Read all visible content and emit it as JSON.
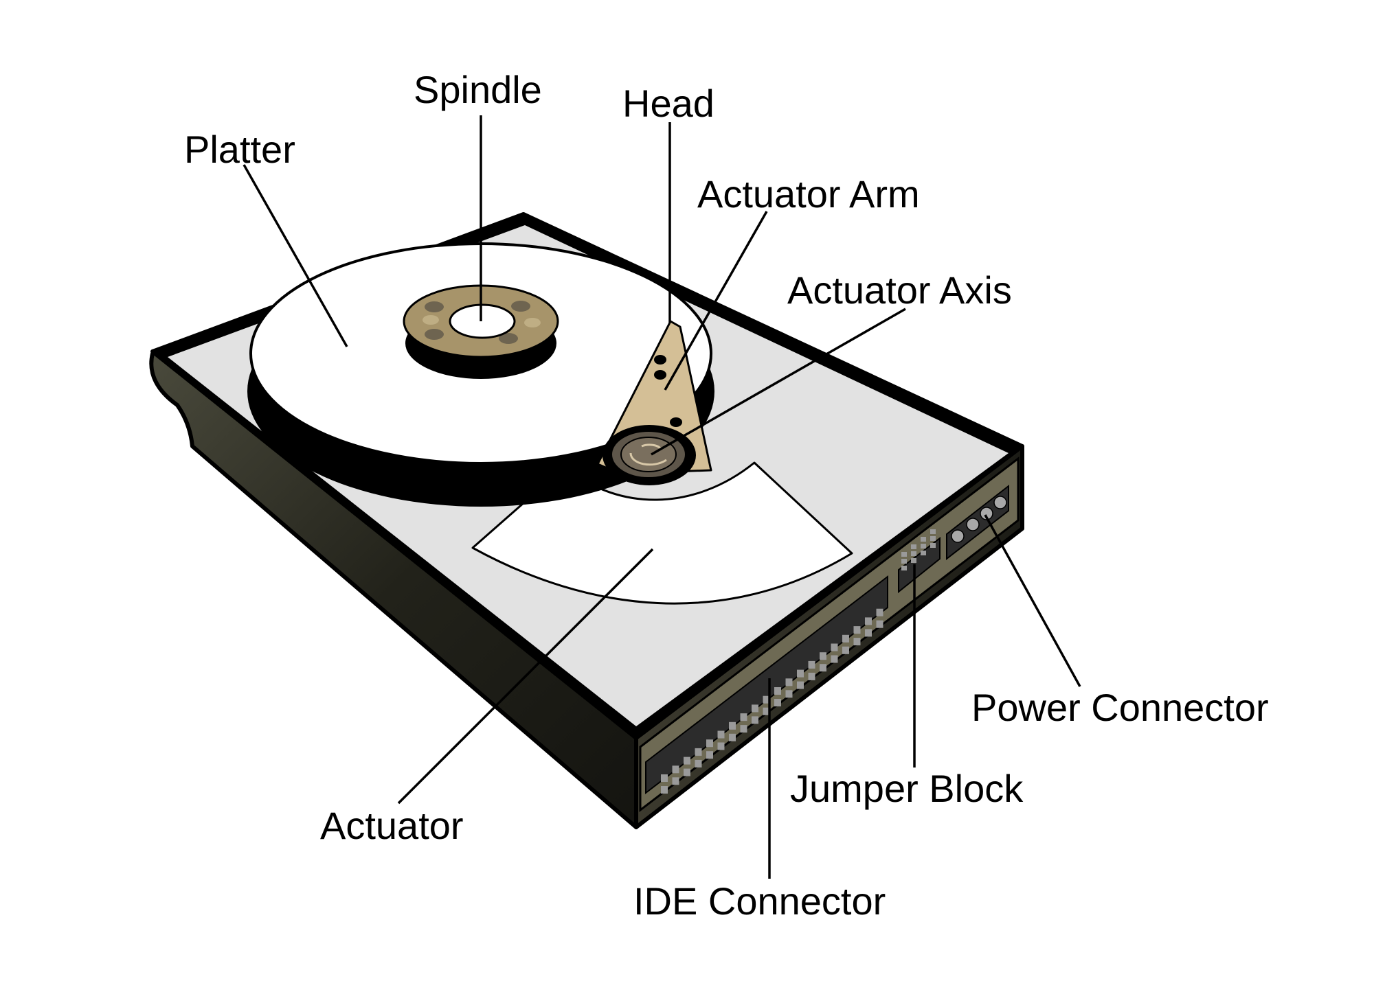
{
  "labels": {
    "platter": "Platter",
    "spindle": "Spindle",
    "head": "Head",
    "actuator_arm": "Actuator Arm",
    "actuator_axis": "Actuator Axis",
    "actuator": "Actuator",
    "power_connector": "Power Connector",
    "jumper_block": "Jumper Block",
    "ide_connector": "IDE Connector"
  },
  "colors": {
    "case_top": "#e2e2e2",
    "case_side_dark": "#1e1e17",
    "case_side_mid": "#3a3a2e",
    "connector_panel": "#6e6a54",
    "pin_dark": "#2a2a2a",
    "pin_light": "#bdbdbd",
    "spindle_hub": "#a7946a",
    "arm": "#d4bf96",
    "outline": "#000000",
    "platter": "#ffffff"
  }
}
